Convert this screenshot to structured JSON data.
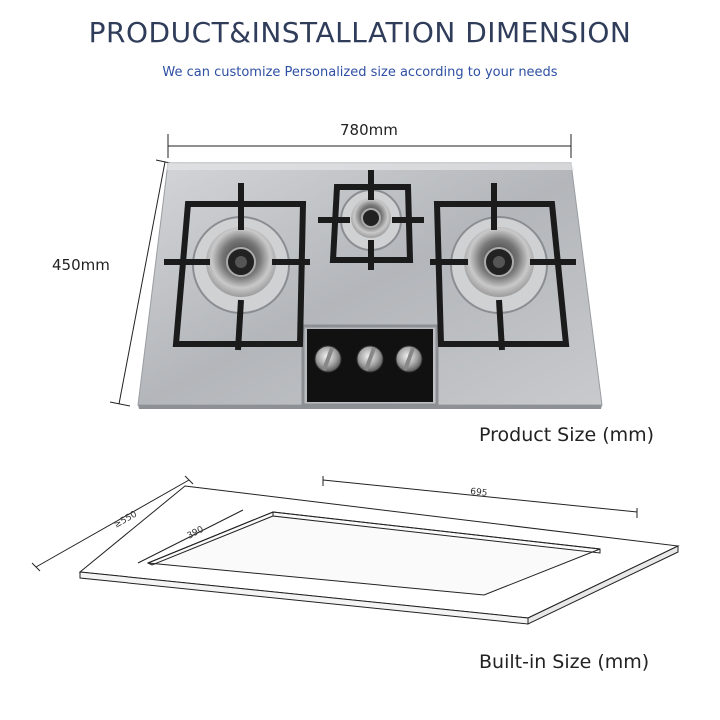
{
  "header": {
    "title": "PRODUCT&INSTALLATION DIMENSION",
    "subtitle": "We can customize Personalized size according to your needs"
  },
  "product": {
    "width_label": "780mm",
    "height_label": "450mm",
    "caption": "Product Size (mm)",
    "knob_count": 3,
    "burner_count": 3
  },
  "builtin": {
    "caption": "Built-in Size (mm)",
    "length_label": "695",
    "depth_outer_label": "≥550",
    "depth_inner_label": "390"
  },
  "colors": {
    "title": "#2f3c5a",
    "subtitle": "#2e4fa3",
    "steel": "#b9bcc0",
    "grate": "#1b1b1b"
  }
}
